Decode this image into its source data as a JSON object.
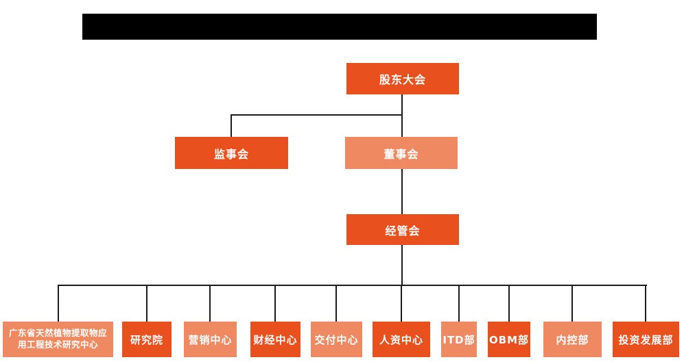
{
  "colors": {
    "primary": "#E8501D",
    "secondary": "#EE8961",
    "line": "#1A1A1A",
    "text": "#FFFFFF",
    "redaction": "#000000",
    "background": "#FFFFFF"
  },
  "org_chart": {
    "levels": [
      {
        "nodes": [
          {
            "label": "股东大会",
            "variant": "primary"
          }
        ]
      },
      {
        "nodes": [
          {
            "label": "监事会",
            "variant": "primary"
          },
          {
            "label": "董事会",
            "variant": "secondary"
          }
        ]
      },
      {
        "nodes": [
          {
            "label": "经管会",
            "variant": "primary"
          }
        ]
      },
      {
        "nodes": [
          {
            "label": "广东省天然植物提取物应用工程技术研究中心",
            "variant": "secondary"
          },
          {
            "label": "研究院",
            "variant": "primary"
          },
          {
            "label": "营销中心",
            "variant": "secondary"
          },
          {
            "label": "财经中心",
            "variant": "primary"
          },
          {
            "label": "交付中心",
            "variant": "secondary"
          },
          {
            "label": "人资中心",
            "variant": "primary"
          },
          {
            "label": "ITD部",
            "variant": "secondary"
          },
          {
            "label": "OBM部",
            "variant": "primary"
          },
          {
            "label": "内控部",
            "variant": "secondary"
          },
          {
            "label": "投资发展部",
            "variant": "primary"
          }
        ]
      }
    ]
  }
}
